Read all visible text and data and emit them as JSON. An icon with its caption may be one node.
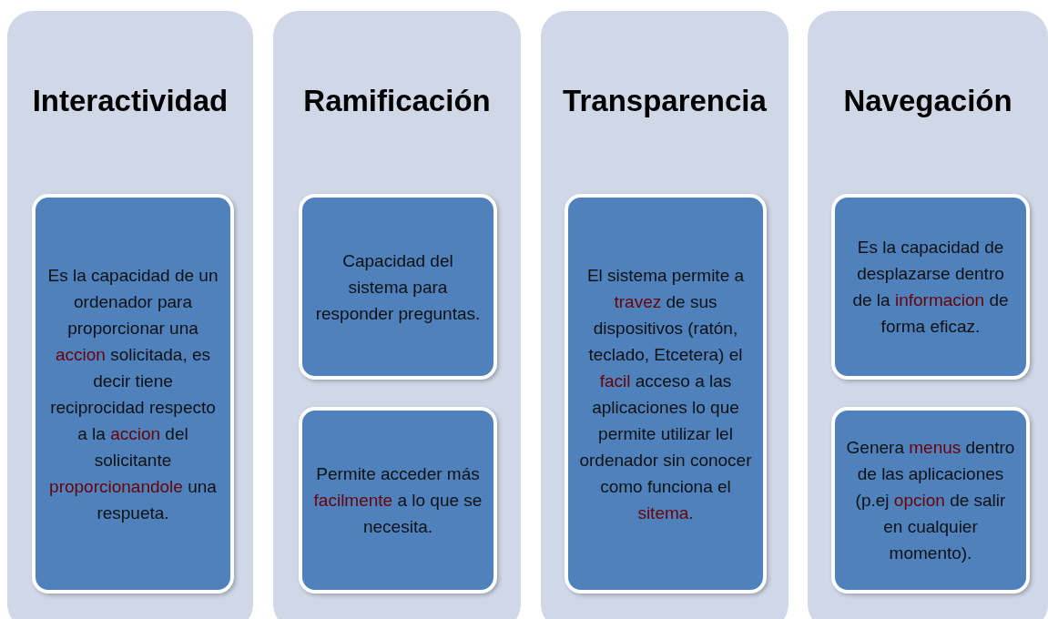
{
  "diagram": {
    "nodes": [
      {
        "text": [
          "Interactividad"
        ]
      },
      {
        "text": [
          "Es la capacidad de un ordenador para proporcionar una *accion* solicitada, es decir tiene reciprocidad respecto a la *accion* del solicitante *proporcionandole* una respueta."
        ],
        "in": 0
      },
      {
        "text": [
          "Ramificación"
        ]
      },
      {
        "text": [
          "Capacidad del sistema para responder preguntas."
        ],
        "in": 2
      },
      {
        "text": [
          "Permite acceder más *facilmente* a lo que se necesita."
        ],
        "in": 2
      },
      {
        "text": [
          "Transparencia"
        ]
      },
      {
        "text": [
          "El sistema permite a *travez* de sus dispositivos (ratón, teclado, Etcetera) el *facil* acceso a las aplicaciones lo que permite utilizar lel ordenador sin conocer como funciona el *sitema.*"
        ],
        "in": 5
      },
      {
        "text": [
          "Navegación"
        ]
      },
      {
        "text": [
          "Es la capacidad de desplazarse dentro de la *informacion* de forma eficaz."
        ],
        "in": 7
      },
      {
        "text": [
          "Genera *menus* dentro de las aplicaciones (p.ej *opcion* de salir en cualquier momento)."
        ],
        "in": 7
      }
    ],
    "edges": []
  }
}
